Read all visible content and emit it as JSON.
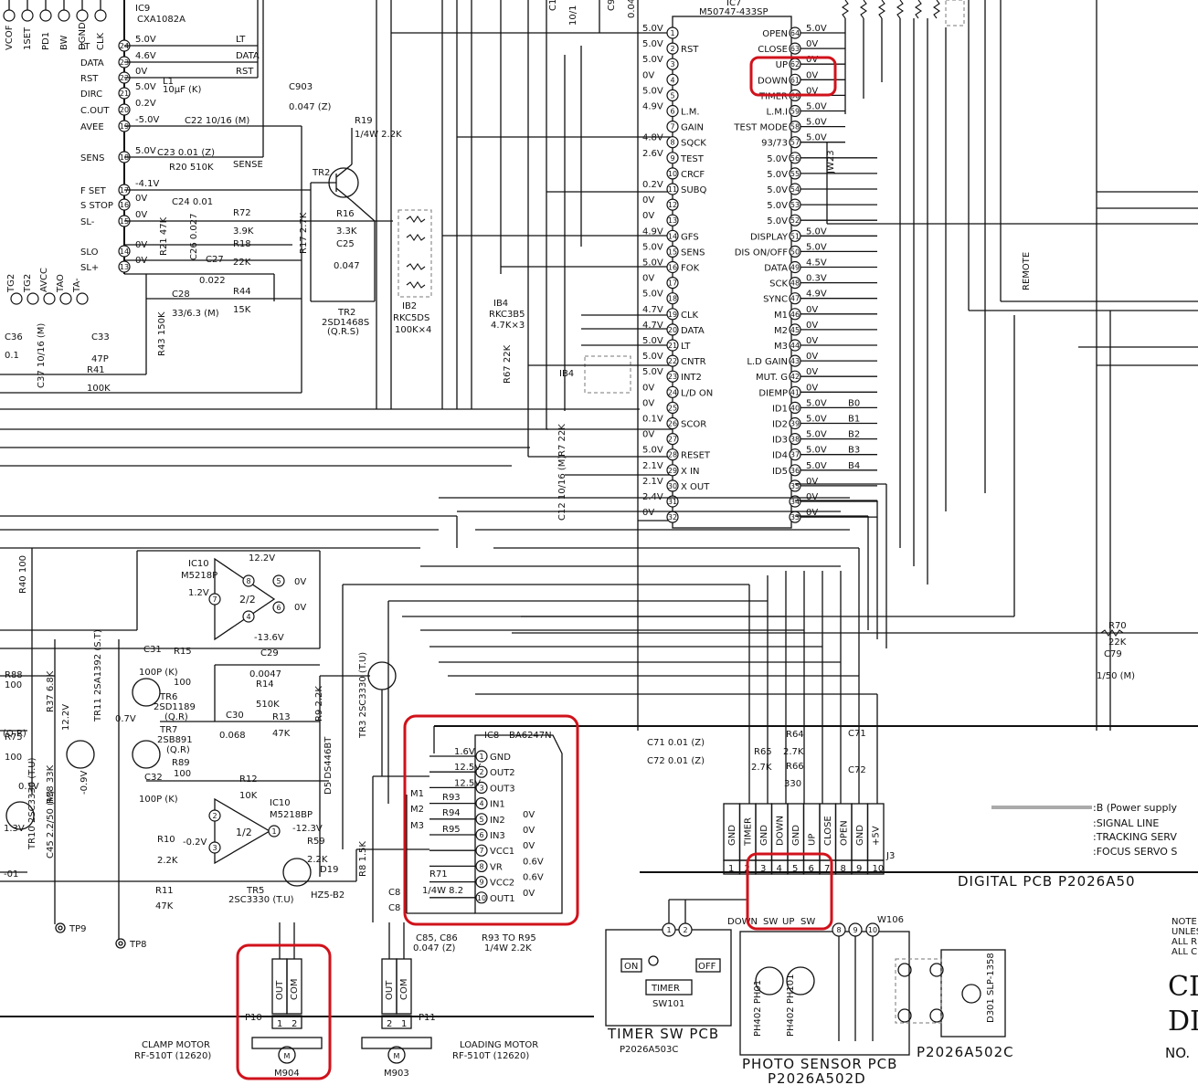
{
  "ic9": {
    "ref": "IC9",
    "part": "CXA1082A",
    "top_pins": [
      "VCOF",
      "1SET",
      "PD1",
      "BW",
      "DGND",
      "CLK"
    ],
    "pins": [
      {
        "name": "LT",
        "num": "24",
        "v": "5.0V",
        "sig": "LT"
      },
      {
        "name": "DATA",
        "num": "23",
        "v": "4.6V",
        "sig": "DATA"
      },
      {
        "name": "RST",
        "num": "22",
        "v": "0V",
        "sig": "RST"
      },
      {
        "name": "DIRC",
        "num": "21",
        "v": "5.0V"
      },
      {
        "name": "C.OUT",
        "num": "20",
        "v": "0.2V"
      },
      {
        "name": "AVEE",
        "num": "19",
        "v": "-5.0V"
      },
      {
        "name": "SENS",
        "num": "18",
        "v": "5.0V"
      },
      {
        "name": "F SET",
        "num": "17",
        "v": "-4.1V"
      },
      {
        "name": "S STOP",
        "num": "16",
        "v": "0V"
      },
      {
        "name": "SL-",
        "num": "15",
        "v": "0V"
      },
      {
        "name": "SLO",
        "num": "14",
        "v": "0V"
      },
      {
        "name": "SL+",
        "num": "13",
        "v": "0V"
      }
    ],
    "bottom_pins": [
      "TG2",
      "TG2",
      "AVCC",
      "TAO",
      "TA-"
    ]
  },
  "left_parts": {
    "l1": "L1",
    "l1_val": "10μF (K)",
    "c903": "C903",
    "c903_val": "0.047 (Z)",
    "c22": "C22 10/16 (M)",
    "c23": "C23 0.01 (Z)",
    "sense": "SENSE",
    "r20": "R20 510K",
    "c24": "C24 0.01",
    "r72": "R72",
    "r72_val": "3.9K",
    "r21": "R21 47K",
    "c26": "C26 0.027",
    "r18": "R18",
    "r18_val": "22K",
    "c27": "C27",
    "c27_val": "0.022",
    "c28": "C28",
    "c28_val": "33/6.3 (M)",
    "r44": "R44",
    "r44_val": "15K",
    "r43": "R43 150K",
    "c33": "C33",
    "c33_val": "47P",
    "c36": "C36",
    "c36_val": "0.1",
    "c37": "C37 10/16 (M)",
    "r41": "R41",
    "r41_val": "100K"
  },
  "tr2": {
    "ref": "TR2",
    "r19": "R19",
    "r19_val": "1/4W 2.2K",
    "r16": "R16",
    "r16_val": "3.3K",
    "r17": "R17 2.7K",
    "c25": "C25",
    "c25_val": "0.047",
    "part": "2SD1468S",
    "rank": "(Q.R.S)"
  },
  "ib2": {
    "ref": "IB2",
    "part": "RKC5DS",
    "val": "100K×4"
  },
  "ib4": {
    "ref": "IB4",
    "part": "RKC3B5",
    "val": "4.7K×3",
    "ref2": "IB4",
    "r67": "R67 22K",
    "r7": "R7 22K",
    "c12": "C12 10/16 (M)",
    "c1": "C1",
    "c1_val": "10/1",
    "c9": "C9",
    "c9_val": "0.04"
  },
  "ic7": {
    "ref": "IC7",
    "part": "M50747-433SP",
    "left": [
      {
        "n": "1",
        "v": "5.0V",
        "l": ""
      },
      {
        "n": "2",
        "v": "5.0V",
        "l": "RST"
      },
      {
        "n": "3",
        "v": "5.0V",
        "l": ""
      },
      {
        "n": "4",
        "v": "0V",
        "l": ""
      },
      {
        "n": "5",
        "v": "5.0V",
        "l": ""
      },
      {
        "n": "6",
        "v": "4.9V",
        "l": "L.M."
      },
      {
        "n": "7",
        "v": "",
        "l": "GAIN"
      },
      {
        "n": "8",
        "v": "4.8V",
        "l": "SQCK"
      },
      {
        "n": "9",
        "v": "2.6V",
        "l": "TEST"
      },
      {
        "n": "10",
        "v": "",
        "l": "CRCF"
      },
      {
        "n": "11",
        "v": "0.2V",
        "l": "SUBQ"
      },
      {
        "n": "12",
        "v": "0V",
        "l": ""
      },
      {
        "n": "13",
        "v": "0V",
        "l": ""
      },
      {
        "n": "14",
        "v": "4.9V",
        "l": "GFS"
      },
      {
        "n": "15",
        "v": "5.0V",
        "l": "SENS"
      },
      {
        "n": "16",
        "v": "5.0V",
        "l": "FOK"
      },
      {
        "n": "17",
        "v": "0V",
        "l": ""
      },
      {
        "n": "18",
        "v": "5.0V",
        "l": ""
      },
      {
        "n": "19",
        "v": "4.7V",
        "l": "CLK"
      },
      {
        "n": "20",
        "v": "4.7V",
        "l": "DATA"
      },
      {
        "n": "21",
        "v": "5.0V",
        "l": "LT"
      },
      {
        "n": "22",
        "v": "5.0V",
        "l": "CNTR"
      },
      {
        "n": "23",
        "v": "5.0V",
        "l": "INT2"
      },
      {
        "n": "24",
        "v": "0V",
        "l": "L/D ON"
      },
      {
        "n": "25",
        "v": "0V",
        "l": ""
      },
      {
        "n": "26",
        "v": "0.1V",
        "l": "SCOR"
      },
      {
        "n": "27",
        "v": "0V",
        "l": ""
      },
      {
        "n": "28",
        "v": "5.0V",
        "l": "RESET"
      },
      {
        "n": "29",
        "v": "2.1V",
        "l": "X IN"
      },
      {
        "n": "30",
        "v": "2.1V",
        "l": "X OUT"
      },
      {
        "n": "31",
        "v": "2.4V",
        "l": ""
      },
      {
        "n": "32",
        "v": "0V",
        "l": ""
      }
    ],
    "right": [
      {
        "n": "64",
        "l": "OPEN",
        "v": "5.0V"
      },
      {
        "n": "63",
        "l": "CLOSE",
        "v": "0V"
      },
      {
        "n": "62",
        "l": "UP",
        "v": "0V"
      },
      {
        "n": "61",
        "l": "DOWN",
        "v": "0V"
      },
      {
        "n": "60",
        "l": "TIMER",
        "v": "0V"
      },
      {
        "n": "59",
        "l": "L.M.I",
        "v": "5.0V"
      },
      {
        "n": "58",
        "l": "TEST MODE",
        "v": "5.0V"
      },
      {
        "n": "57",
        "l": "93/73",
        "v": "5.0V"
      },
      {
        "n": "56",
        "l": "5.0V",
        "v": ""
      },
      {
        "n": "55",
        "l": "5.0V",
        "v": ""
      },
      {
        "n": "54",
        "l": "5.0V",
        "v": ""
      },
      {
        "n": "53",
        "l": "5.0V",
        "v": ""
      },
      {
        "n": "52",
        "l": "5.0V",
        "v": ""
      },
      {
        "n": "51",
        "l": "DISPLAY",
        "v": "5.0V"
      },
      {
        "n": "50",
        "l": "DIS ON/OFF",
        "v": "5.0V"
      },
      {
        "n": "49",
        "l": "DATA",
        "v": "4.5V"
      },
      {
        "n": "48",
        "l": "SCK",
        "v": "0.3V"
      },
      {
        "n": "47",
        "l": "SYNC",
        "v": "4.9V"
      },
      {
        "n": "46",
        "l": "M1",
        "v": "0V"
      },
      {
        "n": "45",
        "l": "M2",
        "v": "0V"
      },
      {
        "n": "44",
        "l": "M3",
        "v": "0V"
      },
      {
        "n": "43",
        "l": "L.D GAIN",
        "v": "0V"
      },
      {
        "n": "42",
        "l": "MUT. G",
        "v": "0V"
      },
      {
        "n": "41",
        "l": "DIEMP",
        "v": "0V"
      },
      {
        "n": "40",
        "l": "ID1",
        "v": "5.0V",
        "b": "B0"
      },
      {
        "n": "39",
        "l": "ID2",
        "v": "5.0V",
        "b": "B1"
      },
      {
        "n": "38",
        "l": "ID3",
        "v": "5.0V",
        "b": "B2"
      },
      {
        "n": "37",
        "l": "ID4",
        "v": "5.0V",
        "b": "B3"
      },
      {
        "n": "36",
        "l": "ID5",
        "v": "5.0V",
        "b": "B4"
      },
      {
        "n": "35",
        "l": "",
        "v": "0V"
      },
      {
        "n": "34",
        "l": "",
        "v": "0V"
      },
      {
        "n": "33",
        "l": "",
        "v": "0V"
      }
    ],
    "jw23": "JW23",
    "remote": "REMOTE"
  },
  "ic10a": {
    "ref": "IC10",
    "part": "M5218P",
    "v_top": "12.2V",
    "v_in": "1.2V",
    "v_out": "0V",
    "v_bot": "-13.6V",
    "frac": "2/2",
    "pins": [
      "8",
      "7",
      "6",
      "5",
      "4"
    ]
  },
  "ic10b": {
    "ref": "IC10",
    "part": "M5218BP",
    "frac": "1/2",
    "v1": "-12.3V",
    "v2": "-0.2V",
    "pins": [
      "2",
      "3",
      "1"
    ]
  },
  "mid_parts": {
    "c29": "C29",
    "c29_val": "0.0047",
    "r14": "R14",
    "r14_val": "510K",
    "c30": "C30",
    "c30_val": "0.068",
    "r13": "R13",
    "r13_val": "47K",
    "r9": "R9 2.2K",
    "r12": "R12",
    "r12_val": "10K",
    "r15": "R15",
    "r15_val": "100",
    "c31": "C31",
    "c31_val": "100P (K)",
    "c32": "C32",
    "c32_val": "100P (K)",
    "tr6": "TR6",
    "tr6_part": "2SD1189",
    "tr6_rank": "(Q.R)",
    "tr7": "TR7",
    "tr7_part": "2SB891",
    "tr7_rank": "(Q.R)",
    "r89": "R89",
    "r89_val": "100",
    "tr11": "TR11 2SA1392 (S.T)",
    "r59": "R59",
    "r59_val": "2.2K",
    "d19": "D19",
    "hz5": "HZ5-B2",
    "r10": "R10",
    "r10_val": "2.2K",
    "r11": "R11",
    "r11_val": "47K",
    "tr5": "TR5",
    "tr5_part": "2SC3330 (T.U)",
    "d5": "D5 DS446BT",
    "r8": "R8 1.5K",
    "tr3": "TR3 2SC3330 (T.U)",
    "r40": "R40 100",
    "r88": "R88",
    "r88_val": "100",
    "r37": "R37 6.8K",
    "r38": "R38 33K",
    "c45": "C45 2.2/50 (M)",
    "r75": "R75",
    "r75_val": "100",
    "tr10": "TR10 2SC3330 (T.U)",
    "v12": "12.2V",
    "vneg": "-0.9V",
    "q_r": "(Q.R)",
    "v_01": "0.1V",
    "v_1": "1.3V",
    "v_0": "0V",
    "v_07": "0.7V",
    "v_n01": "-01"
  },
  "ic8": {
    "ref": "IC8",
    "part": "BA6247N",
    "pins": [
      {
        "n": "1",
        "name": "GND",
        "v": "1.6V"
      },
      {
        "n": "2",
        "name": "OUT2",
        "v": "12.5V"
      },
      {
        "n": "3",
        "name": "OUT3",
        "v": "12.5V"
      },
      {
        "n": "4",
        "name": "IN1",
        "v": ""
      },
      {
        "n": "5",
        "name": "IN2",
        "v": "0V"
      },
      {
        "n": "6",
        "name": "IN3",
        "v": "0V"
      },
      {
        "n": "7",
        "name": "VCC1",
        "v": "0V"
      },
      {
        "n": "8",
        "name": "VR",
        "v": "0.6V"
      },
      {
        "n": "9",
        "name": "VCC2",
        "v": "0.6V"
      },
      {
        "n": "10",
        "name": "OUT1",
        "v": "0V"
      }
    ],
    "m": [
      "M1",
      "M2",
      "M3"
    ],
    "r": [
      "R93",
      "R94",
      "R95"
    ],
    "r71": "R71",
    "r71_val": "1/4W 8.2",
    "c8a": "C8",
    "c8b": "C8",
    "c85": "C85, C86",
    "c85_val": "0.047 (Z)",
    "r93_95": "R93 TO R95",
    "r93_95_val": "1/4W 2.2K"
  },
  "motors": [
    {
      "port": "P10",
      "pins": [
        "OUT",
        "COM"
      ],
      "nums": [
        "1",
        "2"
      ],
      "ref": "M904",
      "name": "CLAMP MOTOR",
      "part": "RF-510T (12620)"
    },
    {
      "port": "P11",
      "pins": [
        "OUT",
        "COM"
      ],
      "nums": [
        "2",
        "1"
      ],
      "ref": "M903",
      "name": "LOADING MOTOR",
      "part": "RF-510T (12620)"
    }
  ],
  "tp": [
    "TP9",
    "TP8"
  ],
  "j3": {
    "ref": "J3",
    "labels": [
      "GND",
      "TIMER",
      "GND",
      "DOWN",
      "GND",
      "UP",
      "CLOSE",
      "OPEN",
      "GND",
      "+5V"
    ],
    "nums": [
      "1",
      "2",
      "3",
      "4",
      "5",
      "6",
      "7",
      "8",
      "9",
      "10"
    ],
    "c71": "C71 0.01 (Z)",
    "c72": "C72 0.01 (Z)",
    "r64": "R64",
    "r64_val": "2.7K",
    "r65": "R65",
    "r65_val": "2.7K",
    "r66": "R66",
    "r66_val": "330",
    "c71b": "C71",
    "c72b": "C72"
  },
  "timer_pcb": {
    "title": "TIMER SW PCB",
    "part": "P2026A503C",
    "on": "ON",
    "off": "OFF",
    "timer": "TIMER",
    "sw": "SW101",
    "pins": [
      "1",
      "2"
    ]
  },
  "photo_pcb": {
    "title": "PHOTO SENSOR PCB",
    "part": "P2026A502D",
    "w106": "W106",
    "p1": "PH402 PH01",
    "p2": "PH402 PH101",
    "sw": [
      "DOWN",
      "SW",
      "UP",
      "SW"
    ],
    "pins": [
      "8",
      "9",
      "10"
    ]
  },
  "p502c": {
    "part": "P2026A502C",
    "d": "D301 SLP-1358"
  },
  "legend": {
    "items": [
      ":B (Power supply",
      ":SIGNAL LINE",
      ":TRACKING SERV",
      ":FOCUS SERVO S"
    ],
    "digital": "DIGITAL PCB P2026A50",
    "note": [
      "NOTE",
      "UNLES",
      "ALL R",
      "ALL C"
    ],
    "cd": "CD",
    "di": "DI",
    "no": "NO."
  },
  "r70": {
    "ref": "R70",
    "val": "22K",
    "c79": "C79",
    "c79_val": "1/50 (M)"
  },
  "highlight_color": "#d0121b"
}
